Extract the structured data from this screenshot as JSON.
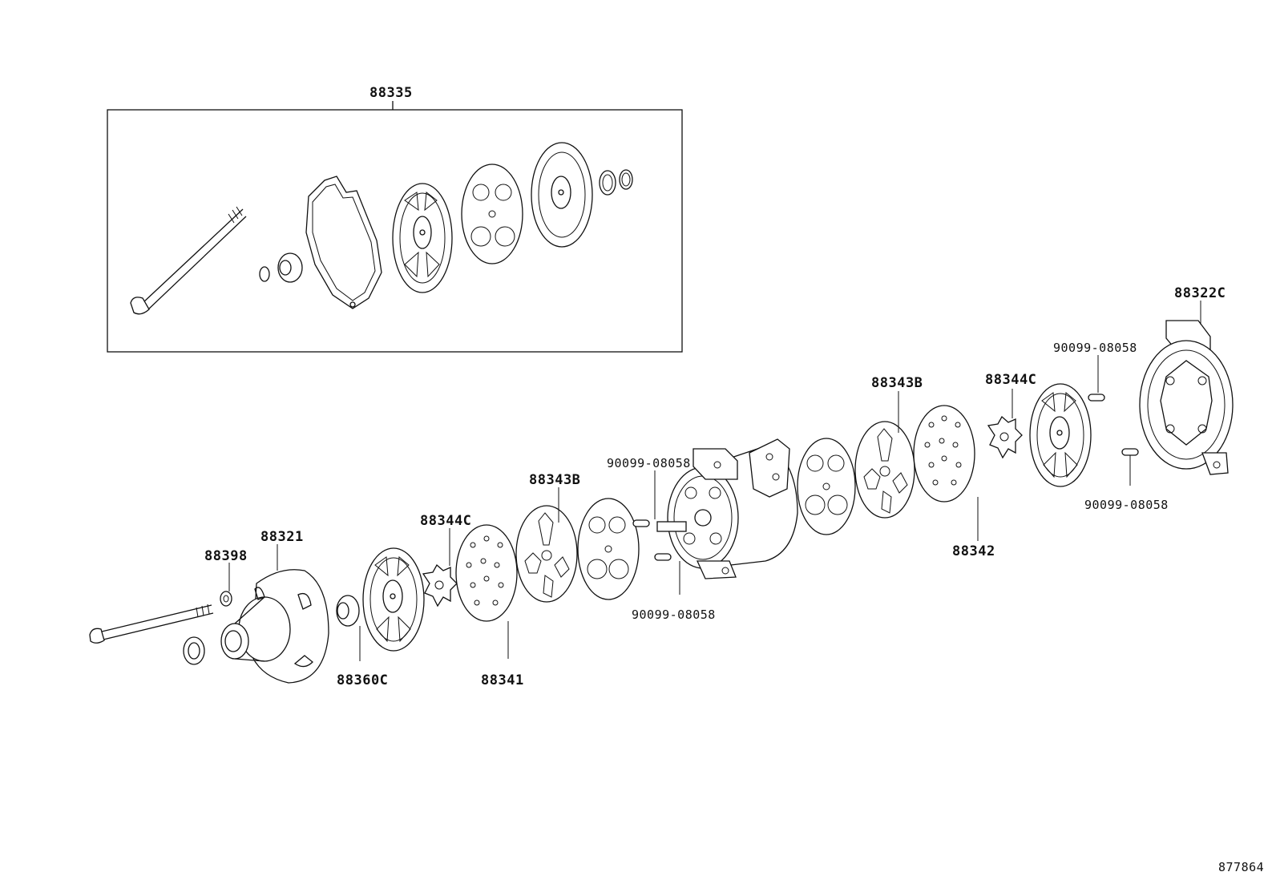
{
  "parts": {
    "p88335": "88335",
    "p88322c": "88322C",
    "p90099_top_right": "90099-08058",
    "p88343b_right": "88343B",
    "p88344c_right": "88344C",
    "p90099_right_lower": "90099-08058",
    "p88342": "88342",
    "p90099_mid_upper": "90099-08058",
    "p88343b_left": "88343B",
    "p88344c_left": "88344C",
    "p88321": "88321",
    "p88398": "88398",
    "p90099_mid_lower": "90099-08058",
    "p88360c": "88360C",
    "p88341": "88341"
  },
  "figure_code": "877864"
}
